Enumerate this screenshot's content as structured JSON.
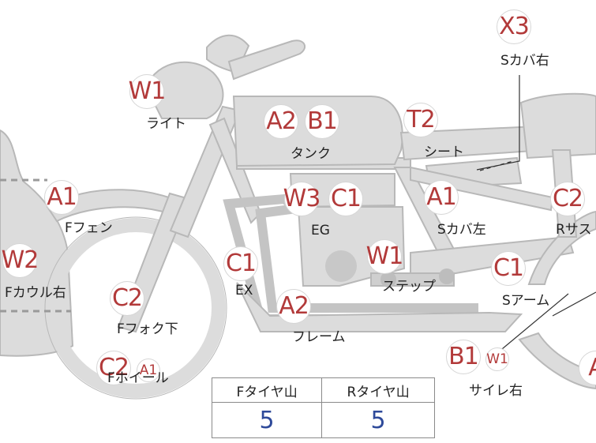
{
  "parts": [
    {
      "id": "light",
      "label": "ライト",
      "codes": [
        "W1"
      ]
    },
    {
      "id": "tank",
      "label": "タンク",
      "codes": [
        "A2",
        "B1"
      ]
    },
    {
      "id": "seat",
      "label": "シート",
      "codes": [
        "T2"
      ]
    },
    {
      "id": "side-cover-right",
      "label": "Sカバ右",
      "codes": [
        "X3"
      ]
    },
    {
      "id": "front-fender",
      "label": "Fフェン",
      "codes": [
        "A1"
      ]
    },
    {
      "id": "engine",
      "label": "EG",
      "codes": [
        "W3",
        "C1"
      ]
    },
    {
      "id": "side-cover-left",
      "label": "Sカバ左",
      "codes": [
        "A1"
      ]
    },
    {
      "id": "rear-suspension",
      "label": "Rサス",
      "codes": [
        "C2"
      ]
    },
    {
      "id": "front-cowl-right",
      "label": "Fカウル右",
      "codes": [
        "W2"
      ]
    },
    {
      "id": "exhaust",
      "label": "EX",
      "codes": [
        "C1"
      ]
    },
    {
      "id": "step",
      "label": "ステップ",
      "codes": [
        "W1"
      ]
    },
    {
      "id": "swingarm",
      "label": "Sアーム",
      "codes": [
        "C1"
      ]
    },
    {
      "id": "front-fork-lower",
      "label": "Fフォク下",
      "codes": [
        "C2"
      ]
    },
    {
      "id": "frame",
      "label": "フレーム",
      "codes": [
        "A2"
      ]
    },
    {
      "id": "front-wheel",
      "label": "Fホイール",
      "codes": [
        "C2",
        "A1"
      ]
    },
    {
      "id": "muffler-right",
      "label": "サイレ右",
      "codes": [
        "B1",
        "W1"
      ]
    },
    {
      "id": "rear-edge",
      "label": "",
      "codes": [
        "A"
      ]
    }
  ],
  "tyre_table": {
    "headers": [
      "Fタイヤ山",
      "Rタイヤ山"
    ],
    "values": [
      "5",
      "5"
    ]
  },
  "colors": {
    "code": "#b23a3a",
    "tyre_value": "#2e4a9a",
    "bike_fill": "#dcdcdc",
    "bike_stroke": "#b8b8b8"
  }
}
